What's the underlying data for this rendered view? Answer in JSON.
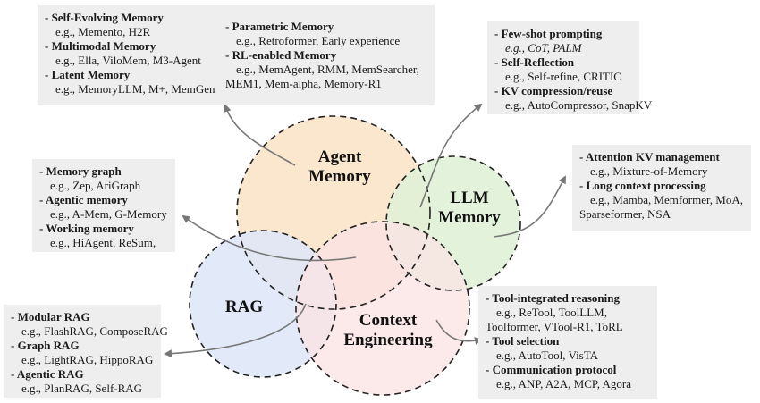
{
  "colors": {
    "agent_memory": "#fbe3c9",
    "llm_memory": "#e0f1d6",
    "rag": "#dfe7f7",
    "context_engineering": "#fbe3e4",
    "box_bg": "#eeeeee",
    "arrow": "#777777"
  },
  "circles": {
    "agent_memory": {
      "line1": "Agent",
      "line2": "Memory"
    },
    "llm_memory": {
      "line1": "LLM",
      "line2": "Memory"
    },
    "rag": {
      "line1": "RAG"
    },
    "context_engineering": {
      "line1": "Context",
      "line2": "Engineering"
    }
  },
  "boxes": {
    "agent_memory_left": [
      {
        "head": "- Self-Evolving Memory",
        "ex": "e.g., Memento, H2R"
      },
      {
        "head": "- Multimodal Memory",
        "ex": "e.g., Ella, ViloMem, M3-Agent"
      },
      {
        "head": "- Latent Memory",
        "ex": "e.g., MemoryLLM, M+, MemGen"
      }
    ],
    "agent_memory_right": {
      "parametric_head": "- Parametric Memory",
      "parametric_ex": "e.g., Retroformer, Early experience",
      "rl_head": "- RL-enabled Memory",
      "rl_ex1": "e.g., MemAgent, RMM, MemSearcher,",
      "rl_ex2": "MEM1, Mem-alpha, Memory-R1"
    },
    "prompting": [
      {
        "head": "- Few-shot prompting",
        "ex": "e.g., CoT, PALM"
      },
      {
        "head": "- Self-Reflection",
        "ex": "e.g., Self-refine, CRITIC"
      },
      {
        "head": "- KV compression/reuse",
        "ex": "e.g., AutoCompressor, SnapKV"
      }
    ],
    "llm_memory": {
      "attn_head": "- Attention KV management",
      "attn_ex": "e.g., Mixture-of-Memory",
      "long_head": "- Long context processing",
      "long_ex1": "e.g., Mamba, Memformer, MoA,",
      "long_ex2": "Sparseformer, NSA"
    },
    "memory_types": [
      {
        "head": "- Memory graph",
        "ex": "e.g., Zep, AriGraph"
      },
      {
        "head": "- Agentic memory",
        "ex": "e.g., A-Mem, G-Memory"
      },
      {
        "head": "- Working memory",
        "ex": "e.g., HiAgent, ReSum,"
      }
    ],
    "rag": [
      {
        "head": "- Modular RAG",
        "ex": "e.g., FlashRAG, ComposeRAG"
      },
      {
        "head": "- Graph RAG",
        "ex": "e.g., LightRAG, HippoRAG"
      },
      {
        "head": "- Agentic RAG",
        "ex": "e.g., PlanRAG, Self-RAG"
      }
    ],
    "context_engineering": {
      "tool_head": "- Tool-integrated reasoning",
      "tool_ex1": "e.g., ReTool, ToolLLM,",
      "tool_ex2": "Toolformer, VTool-R1, ToRL",
      "sel_head": "- Tool selection",
      "sel_ex": "e.g., AutoTool, VisTA",
      "comm_head": "- Communication protocol",
      "comm_ex": "e.g., ANP, A2A, MCP, Agora"
    }
  }
}
